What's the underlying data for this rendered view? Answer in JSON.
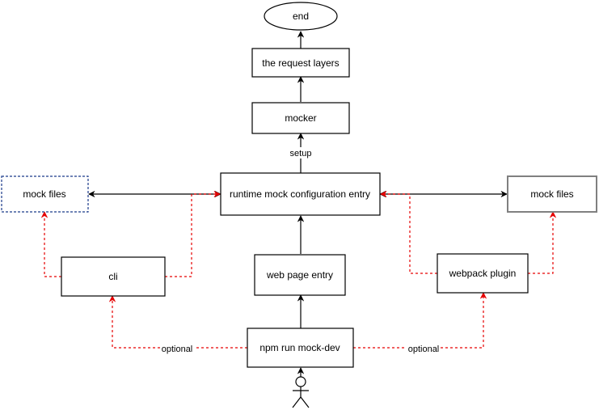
{
  "diagram": {
    "colors": {
      "solid_edge": "#000000",
      "optional_edge": "#e60000",
      "node_border": "#000000",
      "mock_files_left_border": "#1a3a8a",
      "mock_files_right_border": "#808080",
      "background": "#ffffff"
    },
    "nodes": {
      "end": "end",
      "request_layers": "the request layers",
      "mocker": "mocker",
      "runtime_entry": "runtime mock configuration entry",
      "mock_files_left": "mock files",
      "mock_files_right": "mock files",
      "cli": "cli",
      "web_page_entry": "web page entry",
      "webpack_plugin": "webpack plugin",
      "npm_run": "npm run mock-dev"
    },
    "edge_labels": {
      "setup": "setup",
      "optional_left": "optional",
      "optional_right": "optional"
    },
    "actor_icon": "stick-figure-user-icon"
  }
}
